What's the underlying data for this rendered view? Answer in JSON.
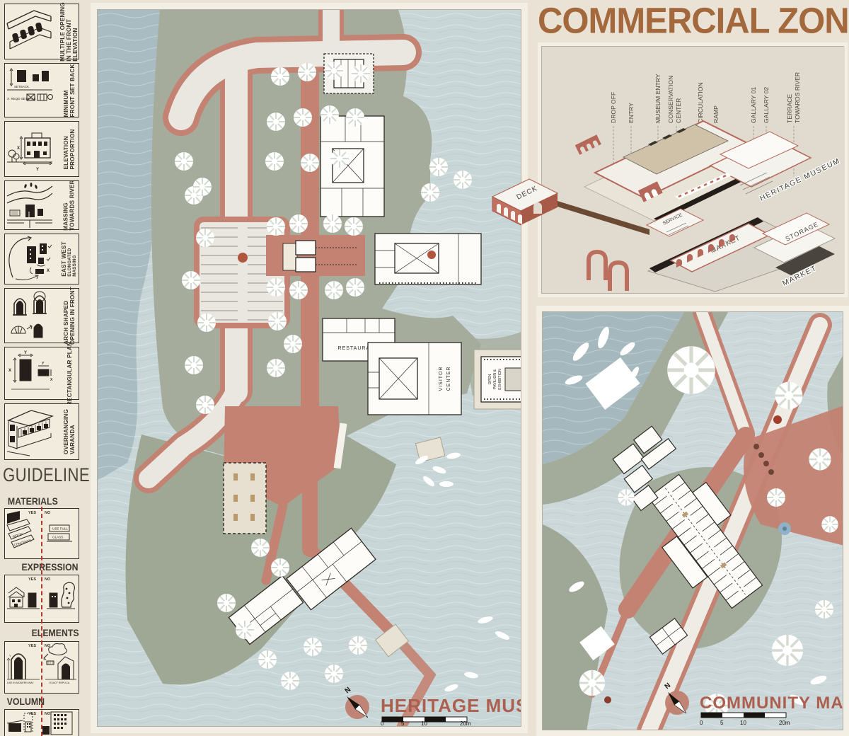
{
  "colors": {
    "paper": "#e9e2d5",
    "ink": "#37322c",
    "accent_red_dashed": "#b03a2a",
    "terracotta": "#c38272",
    "terracotta_dark": "#b5685a",
    "title_brown": "#a3683c",
    "plan_title_red": "#ad5f4f",
    "water": "#c9d6d7",
    "water_dark": "#a8bcc2",
    "land": "#a5ac9c",
    "road": "#eae7e0",
    "building": "#fdfcf8"
  },
  "sidebar": {
    "guideline_title": "GUIDELINE",
    "items": [
      {
        "lines": [
          "MULTIPLE OPENING",
          "IN THE FRONT",
          "ELEVATION"
        ]
      },
      {
        "lines": [
          "MINIMUM",
          "FRONT SET BACK"
        ],
        "note_setback": "SETBACK",
        "note_reqd": "X. REQD SETBACK"
      },
      {
        "lines": [
          "ELEVATION",
          "PROPORTION"
        ],
        "dim_x": "X",
        "dim_y": "Y"
      },
      {
        "lines": [
          "MASSING",
          "TOWARDS RIVER"
        ]
      },
      {
        "lines": [
          "EAST WEST"
        ],
        "sublines": [
          "ELONGATED",
          "MASSING"
        ],
        "dim_x": "X"
      },
      {
        "lines": [
          "ARCH SHAPED",
          "OPENING IN FRONT"
        ]
      },
      {
        "lines": [
          "RECTANGULAR PLAN"
        ],
        "dim_x": "X",
        "dim_y": "Y"
      },
      {
        "lines": [
          "OVERHANGING",
          "VARANDA"
        ]
      }
    ],
    "sections": {
      "materials": {
        "title": "MATERIALS",
        "yes": "YES",
        "no": "NO",
        "wood": "WOOD",
        "concrete": "CONCRETE",
        "no_line1": "USE FULL",
        "no_line2": "GLASS"
      },
      "expression": {
        "title": "EXPRESSION",
        "yes": "YES",
        "no": "NO"
      },
      "elements": {
        "title": "ELEMENTS",
        "yes": "YES",
        "no": "NO",
        "yes_caption": "USE IN MODERN WAY",
        "no_caption": "EXACT REPLICA"
      },
      "volumn": {
        "title": "VOLUMN",
        "yes": "YES",
        "no": "NO"
      }
    }
  },
  "commercial": {
    "title": "COMMERCIAL ZONE",
    "callouts": [
      [
        "DROP OFF"
      ],
      [
        "ENTRY"
      ],
      [
        "MUSEUM ENTRY"
      ],
      [
        "CONSERVATION",
        "CENTER"
      ],
      [
        "CIRCULATION"
      ],
      [
        "RAMP"
      ],
      [
        "GALLARY 01"
      ],
      [
        "GALLARY 02"
      ],
      [
        "TERRACE",
        "TOWARDS RIVER"
      ]
    ],
    "labels": {
      "deck": "DECK",
      "heritage": "HERITAGE MUSEUM",
      "service": "SERVICE",
      "market_canopy": "MARKET",
      "storage": "STORAGE",
      "market_zone": "MARKET"
    }
  },
  "heritage": {
    "title": "HERITAGE MUSEUM",
    "north": "N",
    "scale": [
      "0",
      "5",
      "10",
      "20m"
    ],
    "rooms": {
      "restaurant": "RESTAURANT",
      "visitor": [
        "VISITOR",
        "CENTER"
      ],
      "pavilion": [
        "OPEN",
        "PAVILION &",
        "EXHIBITION"
      ]
    }
  },
  "community": {
    "title": "COMMUNITY MARKET",
    "north": "N",
    "scale": [
      "0",
      "5",
      "10",
      "20m"
    ]
  }
}
